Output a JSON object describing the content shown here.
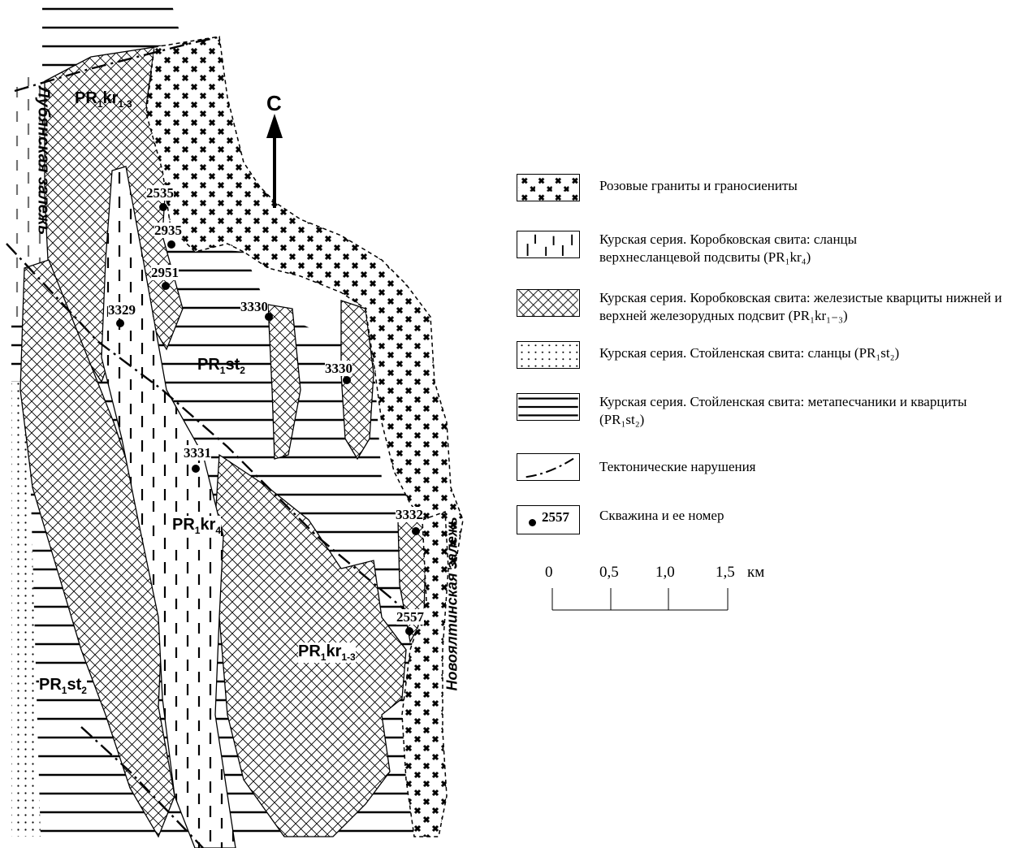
{
  "map": {
    "north_label": "С",
    "zones": {
      "lubyanskaya": "Лубянская залежь",
      "novoyaltinskaya": "Новоялтинская залежь"
    },
    "formation_labels": {
      "kr13_top": {
        "base": "PR",
        "sub1": "1",
        "mid": "kr",
        "sub2": "1-3"
      },
      "st2_center": {
        "base": "PR",
        "sub1": "1",
        "mid": "st",
        "sub2": "2"
      },
      "kr4": {
        "base": "PR",
        "sub1": "1",
        "mid": "kr",
        "sub2": "4"
      },
      "kr13_bottom": {
        "base": "PR",
        "sub1": "1",
        "mid": "kr",
        "sub2": "1-3"
      },
      "st2_left": {
        "base": "PR",
        "sub1": "1",
        "mid": "st",
        "sub2": "2"
      }
    },
    "wells": [
      "2535",
      "2935",
      "2951",
      "3329",
      "3330",
      "3330",
      "3331",
      "3332",
      "2557"
    ]
  },
  "legend": [
    {
      "pattern": "granite",
      "text": "Розовые граниты и граносиениты"
    },
    {
      "pattern": "ticks",
      "text": "Курская серия. Коробковская свита: сланцы верхнесланцевой подсвиты (PR₁kr₄)"
    },
    {
      "pattern": "crosshatch",
      "text": "Курская серия. Коробковская свита: железистые кварциты нижней и верхней железорудных подсвит (PR₁kr₁₋₃)"
    },
    {
      "pattern": "dots",
      "text": "Курская серия. Стойленская свита: сланцы (PR₁st₂)"
    },
    {
      "pattern": "hlines",
      "text": "Курская серия. Стойленская свита: метапесчаники и кварциты (PR₁st₂)"
    },
    {
      "pattern": "fault",
      "text": "Тектонические нарушения"
    },
    {
      "pattern": "well",
      "text": "Скважина и ее номер",
      "well_number": "2557"
    }
  ],
  "scale": {
    "ticks": [
      "0",
      "0,5",
      "1,0",
      "1,5"
    ],
    "unit": "км"
  }
}
